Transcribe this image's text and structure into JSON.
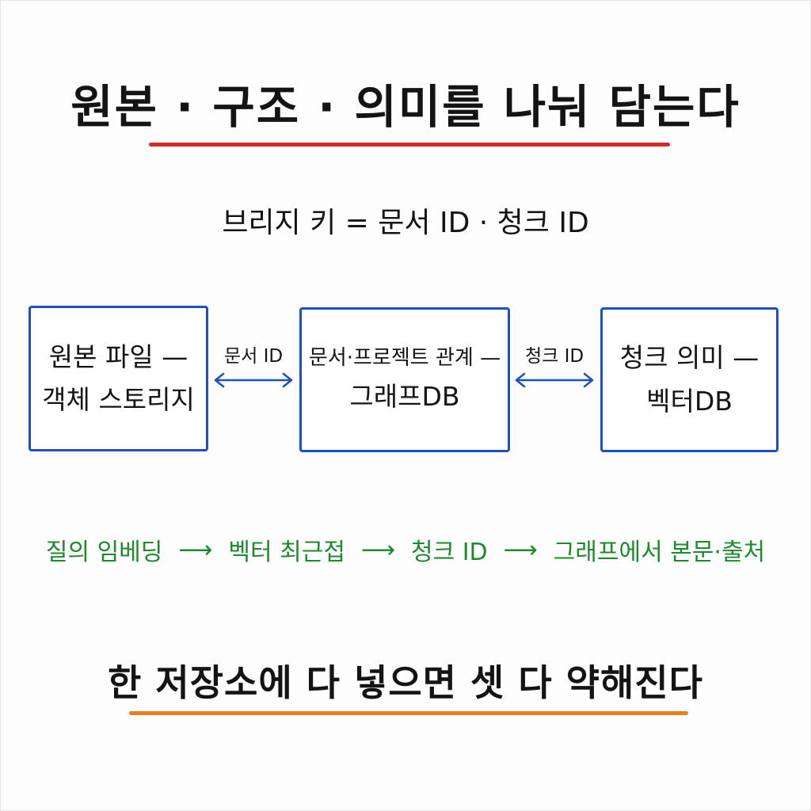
{
  "title": "원본 · 구조 · 의미를 나눠 담는다",
  "subtitle": "브리지 키 = 문서 ID · 청크 ID",
  "boxes": {
    "left": {
      "line1": "원본 파일 —",
      "line2": "객체 스토리지"
    },
    "middle": {
      "line1": "문서·프로젝트 관계 —",
      "line2": "그래프DB"
    },
    "right": {
      "line1": "청크 의미 —",
      "line2": "벡터DB"
    }
  },
  "links": {
    "left_label": "문서 ID",
    "right_label": "청크 ID"
  },
  "flow": {
    "steps": [
      "질의 임베딩",
      "벡터 최근접",
      "청크 ID",
      "그래프에서 본문·출처"
    ],
    "arrow_glyph": "⟶"
  },
  "conclusion": "한 저장소에 다 넣으면 셋 다 약해진다",
  "colors": {
    "title_underline": "#d42a2a",
    "box_border": "#1f4fc2",
    "link_arrow": "#1f4fc2",
    "flow_text": "#1e8a2e",
    "conclusion_underline": "#e8821e",
    "text": "#141414"
  }
}
